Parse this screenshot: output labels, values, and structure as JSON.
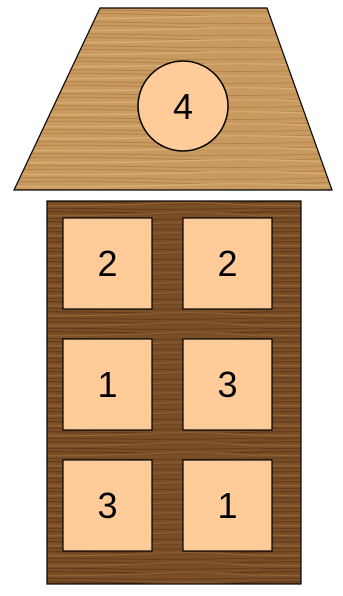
{
  "roof": {
    "number": "4"
  },
  "windows": [
    {
      "number": "2"
    },
    {
      "number": "2"
    },
    {
      "number": "1"
    },
    {
      "number": "3"
    },
    {
      "number": "3"
    },
    {
      "number": "1"
    }
  ],
  "colors": {
    "roof_wood": "#c99a5f",
    "wall_wood": "#7a4e26",
    "tile_fill": "#ffcc99",
    "outline": "#000000"
  }
}
